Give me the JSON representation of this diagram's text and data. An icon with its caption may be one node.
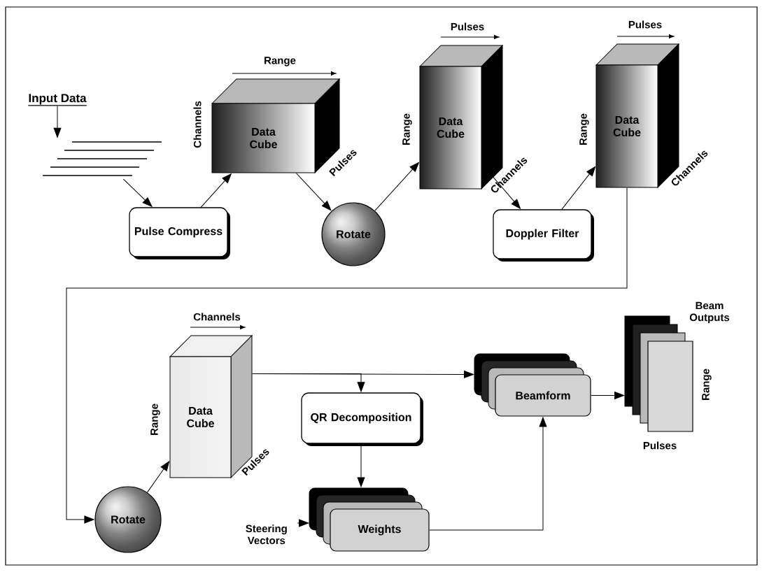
{
  "diagram": {
    "nodes": [
      {
        "text": [
          "Input Data"
        ]
      },
      {
        "text": [],
        "shape": "picture"
      },
      {
        "text": [
          "Pulse Compress"
        ]
      },
      {
        "text": [
          "Data Cube"
        ],
        "beside": [
          "Range",
          "Channels",
          "Pulses"
        ]
      },
      {
        "text": [
          "Rotate"
        ]
      },
      {
        "text": [
          "Data Cube"
        ],
        "beside": [
          "Pulses",
          "Range",
          "Channels"
        ]
      },
      {
        "text": [
          "Doppler Filter"
        ]
      },
      {
        "text": [
          "Data Cube"
        ],
        "beside": [
          "Pulses",
          "Range",
          "Channels"
        ]
      },
      {
        "text": [
          "Rotate"
        ]
      },
      {
        "text": [
          "Data Cube"
        ],
        "beside": [
          "Channels",
          "Range",
          "Pulses"
        ]
      },
      {
        "text": [
          "QR Decomposition"
        ]
      },
      {
        "text": [
          "Beamform"
        ]
      },
      {
        "text": [
          "Weights"
        ]
      },
      {
        "text": [
          "Beam Outputs"
        ],
        "beside": [
          "Range",
          "Pulses"
        ]
      },
      {
        "text": [
          "Steering Vectors"
        ]
      }
    ],
    "edges": [
      {
        "from": 0,
        "to": 1,
        "arrow": "to"
      },
      {
        "from": 1,
        "to": 2,
        "arrow": "to"
      },
      {
        "from": 2,
        "to": 3,
        "arrow": "to"
      },
      {
        "from": 3,
        "to": 4,
        "arrow": "to"
      },
      {
        "from": 4,
        "to": 5,
        "arrow": "to"
      },
      {
        "from": 5,
        "to": 6,
        "arrow": "to"
      },
      {
        "from": 6,
        "to": 7,
        "arrow": "to"
      },
      {
        "from": 7,
        "to": 8,
        "arrow": "to"
      },
      {
        "from": 8,
        "to": 9,
        "arrow": "to"
      },
      {
        "from": 9,
        "to": 10,
        "arrow": "to"
      },
      {
        "from": 9,
        "to": 11,
        "arrow": "to"
      },
      {
        "from": 10,
        "to": 12,
        "arrow": "to"
      },
      {
        "from": 14,
        "to": 12,
        "arrow": "to"
      },
      {
        "from": 12,
        "to": 11,
        "arrow": "to"
      },
      {
        "from": 11,
        "to": 13,
        "arrow": "to"
      }
    ]
  }
}
